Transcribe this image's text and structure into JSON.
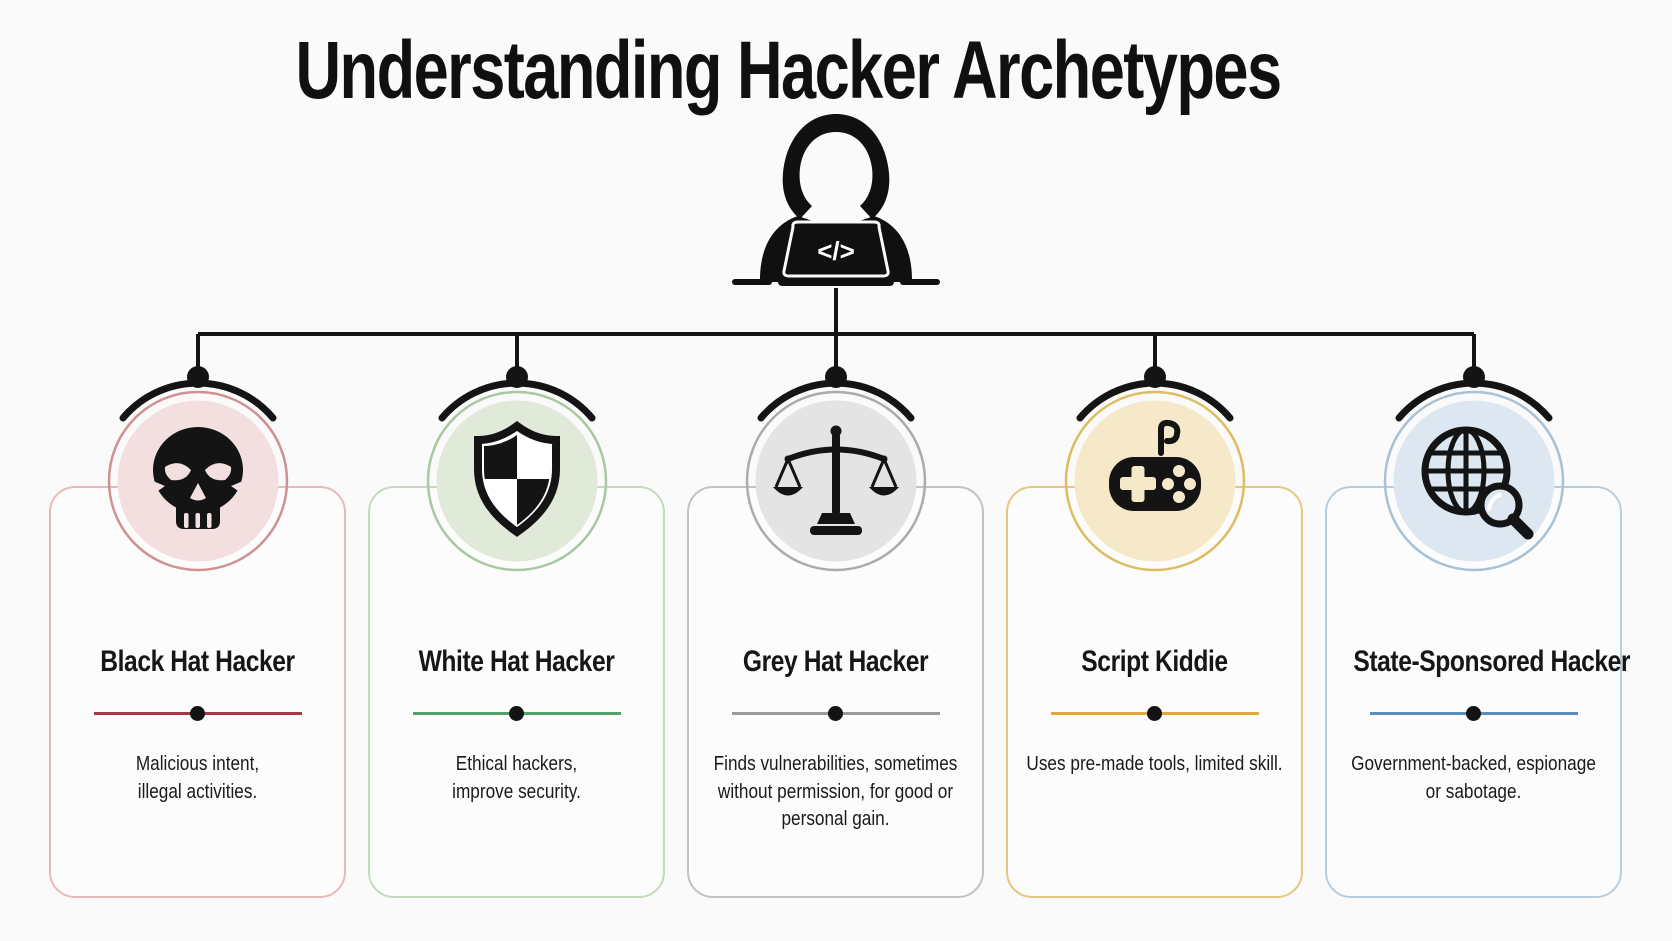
{
  "title": "Understanding Hacker Archetypes",
  "root": {
    "icon": "hooded-hacker-laptop-icon",
    "code_glyph": "</>"
  },
  "connector": {
    "line_color": "#141414"
  },
  "archetypes": [
    {
      "name": "Black Hat Hacker",
      "icon": "skull-icon",
      "description_lines": [
        "Malicious intent,",
        "illegal activities."
      ],
      "accent": "#a93443",
      "card_border": "#e7b9b9",
      "ring": "#cf9191",
      "circle_bg": "#f3dfdf"
    },
    {
      "name": "White Hat Hacker",
      "icon": "shield-icon",
      "description_lines": [
        "Ethical hackers,",
        "improve security."
      ],
      "accent": "#55a065",
      "card_border": "#c3dabc",
      "ring": "#a9c8a0",
      "circle_bg": "#e1ead9"
    },
    {
      "name": "Grey Hat Hacker",
      "icon": "scales-of-justice-icon",
      "description_lines": [
        "Finds vulnerabilities, sometimes",
        "without permission, for good or",
        "personal gain."
      ],
      "accent": "#9a9a9a",
      "card_border": "#c2c2c2",
      "ring": "#ababab",
      "circle_bg": "#e4e4e4"
    },
    {
      "name": "Script Kiddie",
      "icon": "game-controller-icon",
      "description_lines": [
        "Uses pre-made tools, limited skill."
      ],
      "accent": "#e0a73c",
      "card_border": "#e6c77e",
      "ring": "#ddbd62",
      "circle_bg": "#f6e9ca"
    },
    {
      "name": "State-Sponsored Hacker",
      "icon": "globe-magnifier-icon",
      "description_lines": [
        "Government-backed, espionage",
        "or sabotage."
      ],
      "accent": "#5c8cb8",
      "card_border": "#b7cdde",
      "ring": "#a8c1d6",
      "circle_bg": "#dde7f1"
    }
  ]
}
